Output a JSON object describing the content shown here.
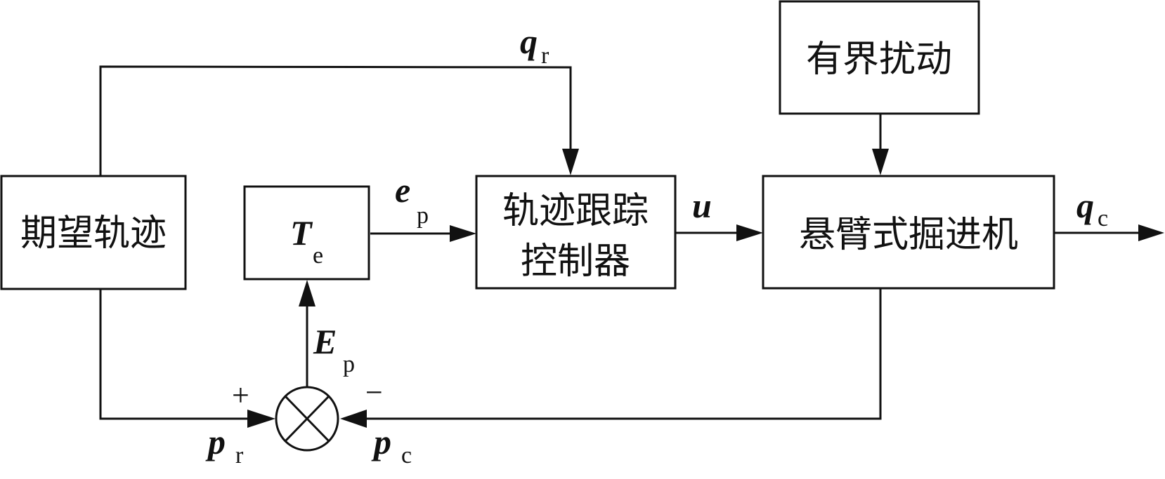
{
  "diagram": {
    "type": "control-block-diagram",
    "blocks": {
      "desired_trajectory": "期望轨迹",
      "transform": {
        "symbol": "T",
        "subscript": "e"
      },
      "tracking_controller_line1": "轨迹跟踪",
      "tracking_controller_line2": "控制器",
      "roadheader": "悬臂式掘进机",
      "disturbance": "有界扰动"
    },
    "signals": {
      "qr": {
        "symbol": "q",
        "subscript": "r"
      },
      "ep": {
        "symbol": "e",
        "subscript": "p"
      },
      "u": {
        "symbol": "u",
        "subscript": ""
      },
      "qc": {
        "symbol": "q",
        "subscript": "c"
      },
      "Ep": {
        "symbol": "E",
        "subscript": "p"
      },
      "pr": {
        "symbol": "p",
        "subscript": "r"
      },
      "pc": {
        "symbol": "p",
        "subscript": "c"
      }
    },
    "summing_junction": {
      "plus_sign": "+",
      "minus_sign": "−"
    }
  }
}
